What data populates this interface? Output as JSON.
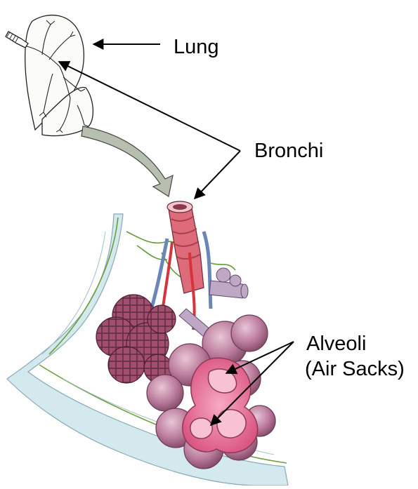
{
  "labels": {
    "lung": "Lung",
    "bronchi": "Bronchi",
    "alveoli": "Alveoli",
    "air_sacks": "(Air Sacks)"
  },
  "colors": {
    "outline": "#222222",
    "pleura": "#cfe6ea",
    "pleura_edge": "#8fb3bd",
    "nerve": "#6fa33a",
    "alveoli": "#c88aa6",
    "alveoli_dark": "#8a4f6b",
    "alveoli_inner": "#e56b95",
    "trachea": "#e05a68",
    "vein": "#6b86b8",
    "arrow_gray": "#b8c0b0"
  }
}
